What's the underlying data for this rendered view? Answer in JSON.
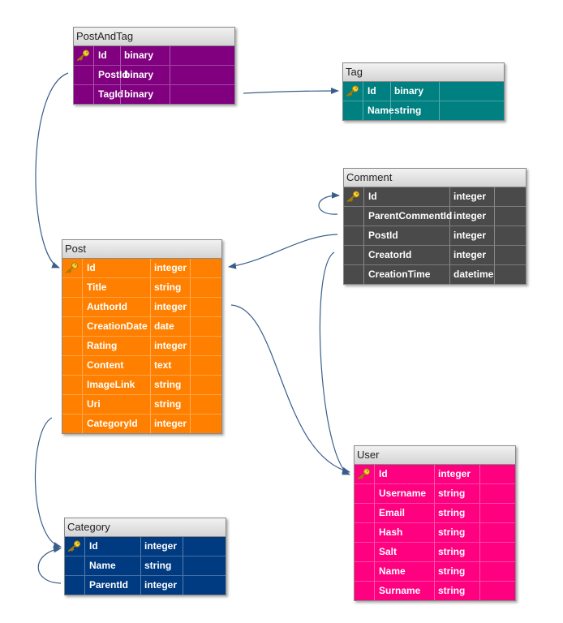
{
  "colors": {
    "postandtag": "#800080",
    "tag": "#008080",
    "comment": "#4a4a4a",
    "post": "#ff8000",
    "user": "#ff0080",
    "category": "#003a80",
    "connector": "#3a5e8c"
  },
  "tables": {
    "postandtag": {
      "title": "PostAndTag",
      "fields": [
        {
          "name": "Id",
          "type": "binary",
          "pk": true
        },
        {
          "name": "PostId",
          "type": "binary"
        },
        {
          "name": "TagId",
          "type": "binary"
        }
      ]
    },
    "tag": {
      "title": "Tag",
      "fields": [
        {
          "name": "Id",
          "type": "binary",
          "pk": true
        },
        {
          "name": "Name",
          "type": "string"
        }
      ]
    },
    "comment": {
      "title": "Comment",
      "fields": [
        {
          "name": "Id",
          "type": "integer",
          "pk": true
        },
        {
          "name": "ParentCommentId",
          "type": "integer"
        },
        {
          "name": "PostId",
          "type": "integer"
        },
        {
          "name": "CreatorId",
          "type": "integer"
        },
        {
          "name": "CreationTime",
          "type": "datetime"
        }
      ]
    },
    "post": {
      "title": "Post",
      "fields": [
        {
          "name": "Id",
          "type": "integer",
          "pk": true
        },
        {
          "name": "Title",
          "type": "string"
        },
        {
          "name": "AuthorId",
          "type": "integer"
        },
        {
          "name": "CreationDate",
          "type": "date"
        },
        {
          "name": "Rating",
          "type": "integer"
        },
        {
          "name": "Content",
          "type": "text"
        },
        {
          "name": "ImageLink",
          "type": "string"
        },
        {
          "name": "Uri",
          "type": "string"
        },
        {
          "name": "CategoryId",
          "type": "integer"
        }
      ]
    },
    "user": {
      "title": "User",
      "fields": [
        {
          "name": "Id",
          "type": "integer",
          "pk": true
        },
        {
          "name": "Username",
          "type": "string"
        },
        {
          "name": "Email",
          "type": "string"
        },
        {
          "name": "Hash",
          "type": "string"
        },
        {
          "name": "Salt",
          "type": "string"
        },
        {
          "name": "Name",
          "type": "string"
        },
        {
          "name": "Surname",
          "type": "string"
        }
      ]
    },
    "category": {
      "title": "Category",
      "fields": [
        {
          "name": "Id",
          "type": "integer",
          "pk": true
        },
        {
          "name": "Name",
          "type": "string"
        },
        {
          "name": "ParentId",
          "type": "integer"
        }
      ]
    }
  },
  "relationships": [
    {
      "from": "PostAndTag.PostId",
      "to": "Post.Id"
    },
    {
      "from": "PostAndTag.TagId",
      "to": "Tag.Id"
    },
    {
      "from": "Comment.ParentCommentId",
      "to": "Comment.Id"
    },
    {
      "from": "Comment.PostId",
      "to": "Post.Id"
    },
    {
      "from": "Comment.CreatorId",
      "to": "User.Id"
    },
    {
      "from": "Post.AuthorId",
      "to": "User.Id"
    },
    {
      "from": "Post.CategoryId",
      "to": "Category.Id"
    },
    {
      "from": "Category.ParentId",
      "to": "Category.Id"
    }
  ]
}
